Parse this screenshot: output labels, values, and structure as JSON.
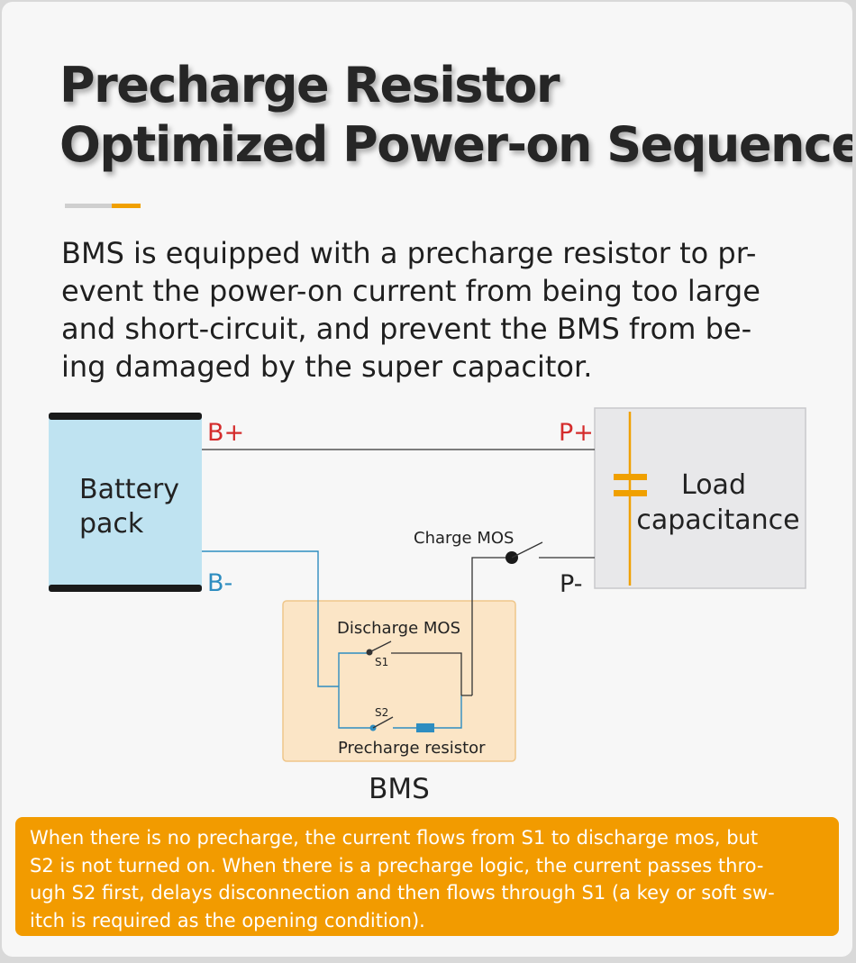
{
  "title": {
    "line1": "Precharge Resistor",
    "line2": "Optimized Power-on Sequence"
  },
  "intro": {
    "lines": [
      "BMS is equipped with a precharge resistor to pr-",
      "event the power-on current from being too large",
      "and short-circuit, and prevent the BMS from be-",
      "ing damaged by the super capacitor."
    ]
  },
  "diagram": {
    "battery_label_line1": "Battery",
    "battery_label_line2": "pack",
    "b_plus": "B+",
    "b_minus": "B-",
    "p_plus": "P+",
    "p_minus": "P-",
    "load_label_line1": "Load",
    "load_label_line2": "capacitance",
    "charge_mos": "Charge MOS",
    "discharge_mos": "Discharge MOS",
    "s1": "S1",
    "s2": "S2",
    "precharge_resistor": "Precharge resistor",
    "bms": "BMS",
    "colors": {
      "battery_fill": "#bfe3f1",
      "positive": "#d42c2c",
      "negative": "#2e8dc0",
      "bms_fill": "#fbe5c6",
      "capacitor": "#f0a000",
      "load_fill": "#e8e8ea"
    }
  },
  "note": {
    "lines": [
      "When there is no precharge, the current flows from S1 to discharge mos, but",
      "S2 is not turned on. When there is a precharge logic, the current passes thro-",
      "ugh S2 first, delays disconnection and then flows through S1 (a key or soft sw-",
      "itch is required as the opening condition)."
    ]
  }
}
